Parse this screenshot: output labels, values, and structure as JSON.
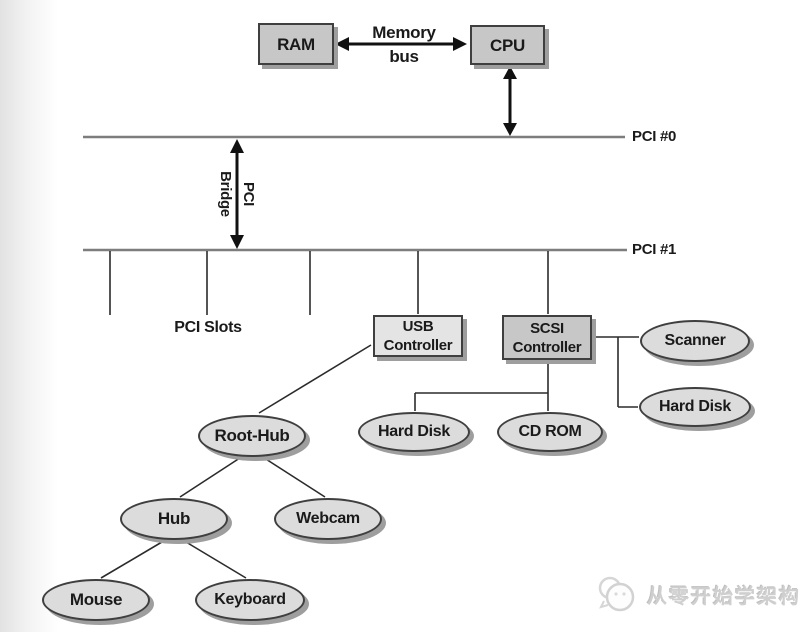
{
  "colors": {
    "box_fill": "#c7c7c7",
    "usb_box_fill": "#e4e4e4",
    "ellipse_fill": "#dcdcdc",
    "bus_line": "#7d7d7d",
    "connector_line": "#2b2b2b",
    "arrow": "#111111",
    "shadow": "#9e9e9e",
    "watermark_text": "#cfcfcf"
  },
  "buses": {
    "pci0": "PCI #0",
    "pci1": "PCI #1",
    "slots": "PCI Slots"
  },
  "memory_bus": {
    "line1": "Memory",
    "line2": "bus"
  },
  "pci_bridge": {
    "line1": "PCI",
    "line2": "Bridge"
  },
  "nodes": {
    "ram": "RAM",
    "cpu": "CPU",
    "usb": {
      "line1": "USB",
      "line2": "Controller"
    },
    "scsi": {
      "line1": "SCSI",
      "line2": "Controller"
    },
    "scanner": "Scanner",
    "hard_disk_right": "Hard Disk",
    "hard_disk_scsi": "Hard Disk",
    "cd_rom": "CD ROM",
    "root_hub": "Root-Hub",
    "hub": "Hub",
    "webcam": "Webcam",
    "mouse": "Mouse",
    "keyboard": "Keyboard"
  },
  "watermark": {
    "text": "从零开始学架构",
    "icon": "wechat-account-logo-icon"
  }
}
